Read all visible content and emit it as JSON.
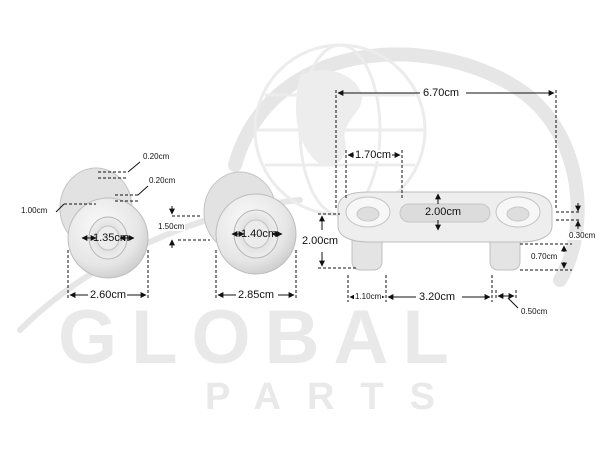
{
  "watermark": {
    "brand_word": "GLOBAL",
    "sub_word": "PARTS",
    "color": "#e9e9e9"
  },
  "measurements": {
    "wheel_a": {
      "rim_top": "0.20cm",
      "rim_bottom": "0.20cm",
      "width": "1.00cm",
      "hub_diameter": "1.35cm",
      "outer_diameter": "2.60cm"
    },
    "wheel_b": {
      "side_height": "1.50cm",
      "hub_diameter": "1.40cm",
      "outer_diameter": "2.85cm"
    },
    "bracket": {
      "total_length": "6.70cm",
      "cup_diameter": "1.70cm",
      "inner_width": "2.00cm",
      "height": "2.00cm",
      "post_width": "1.10cm",
      "post_spacing": "3.20cm",
      "right_top_thickness": "0.30cm",
      "right_post_height": "0.70cm",
      "right_post_width": "0.50cm"
    }
  },
  "colors": {
    "part_body": "#ececec",
    "part_shadow": "#cfcfcf",
    "part_outline": "#b8b8b8",
    "dimension_line": "#111111"
  }
}
